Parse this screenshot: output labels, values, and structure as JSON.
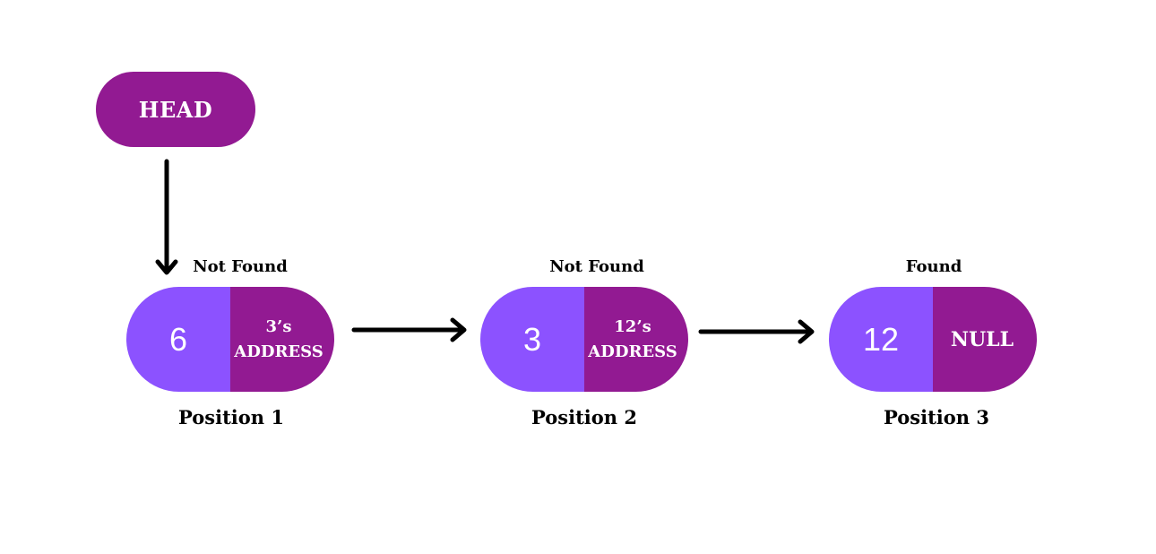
{
  "head": {
    "label": "HEAD"
  },
  "nodes": [
    {
      "value": "6",
      "next_lines": [
        "3’s",
        "ADDRESS"
      ],
      "status": "Not Found",
      "position": "Position 1"
    },
    {
      "value": "3",
      "next_lines": [
        "12’s",
        "ADDRESS"
      ],
      "status": "Not Found",
      "position": "Position 2"
    },
    {
      "value": "12",
      "next_lines": [
        "NULL"
      ],
      "status": "Found",
      "position": "Position 3"
    }
  ],
  "colors": {
    "head_fill": "#921a92",
    "data_fill": "#8c52ff",
    "pointer_fill": "#921a92",
    "text_on_fill": "#ffffff",
    "arrow": "#000000"
  }
}
